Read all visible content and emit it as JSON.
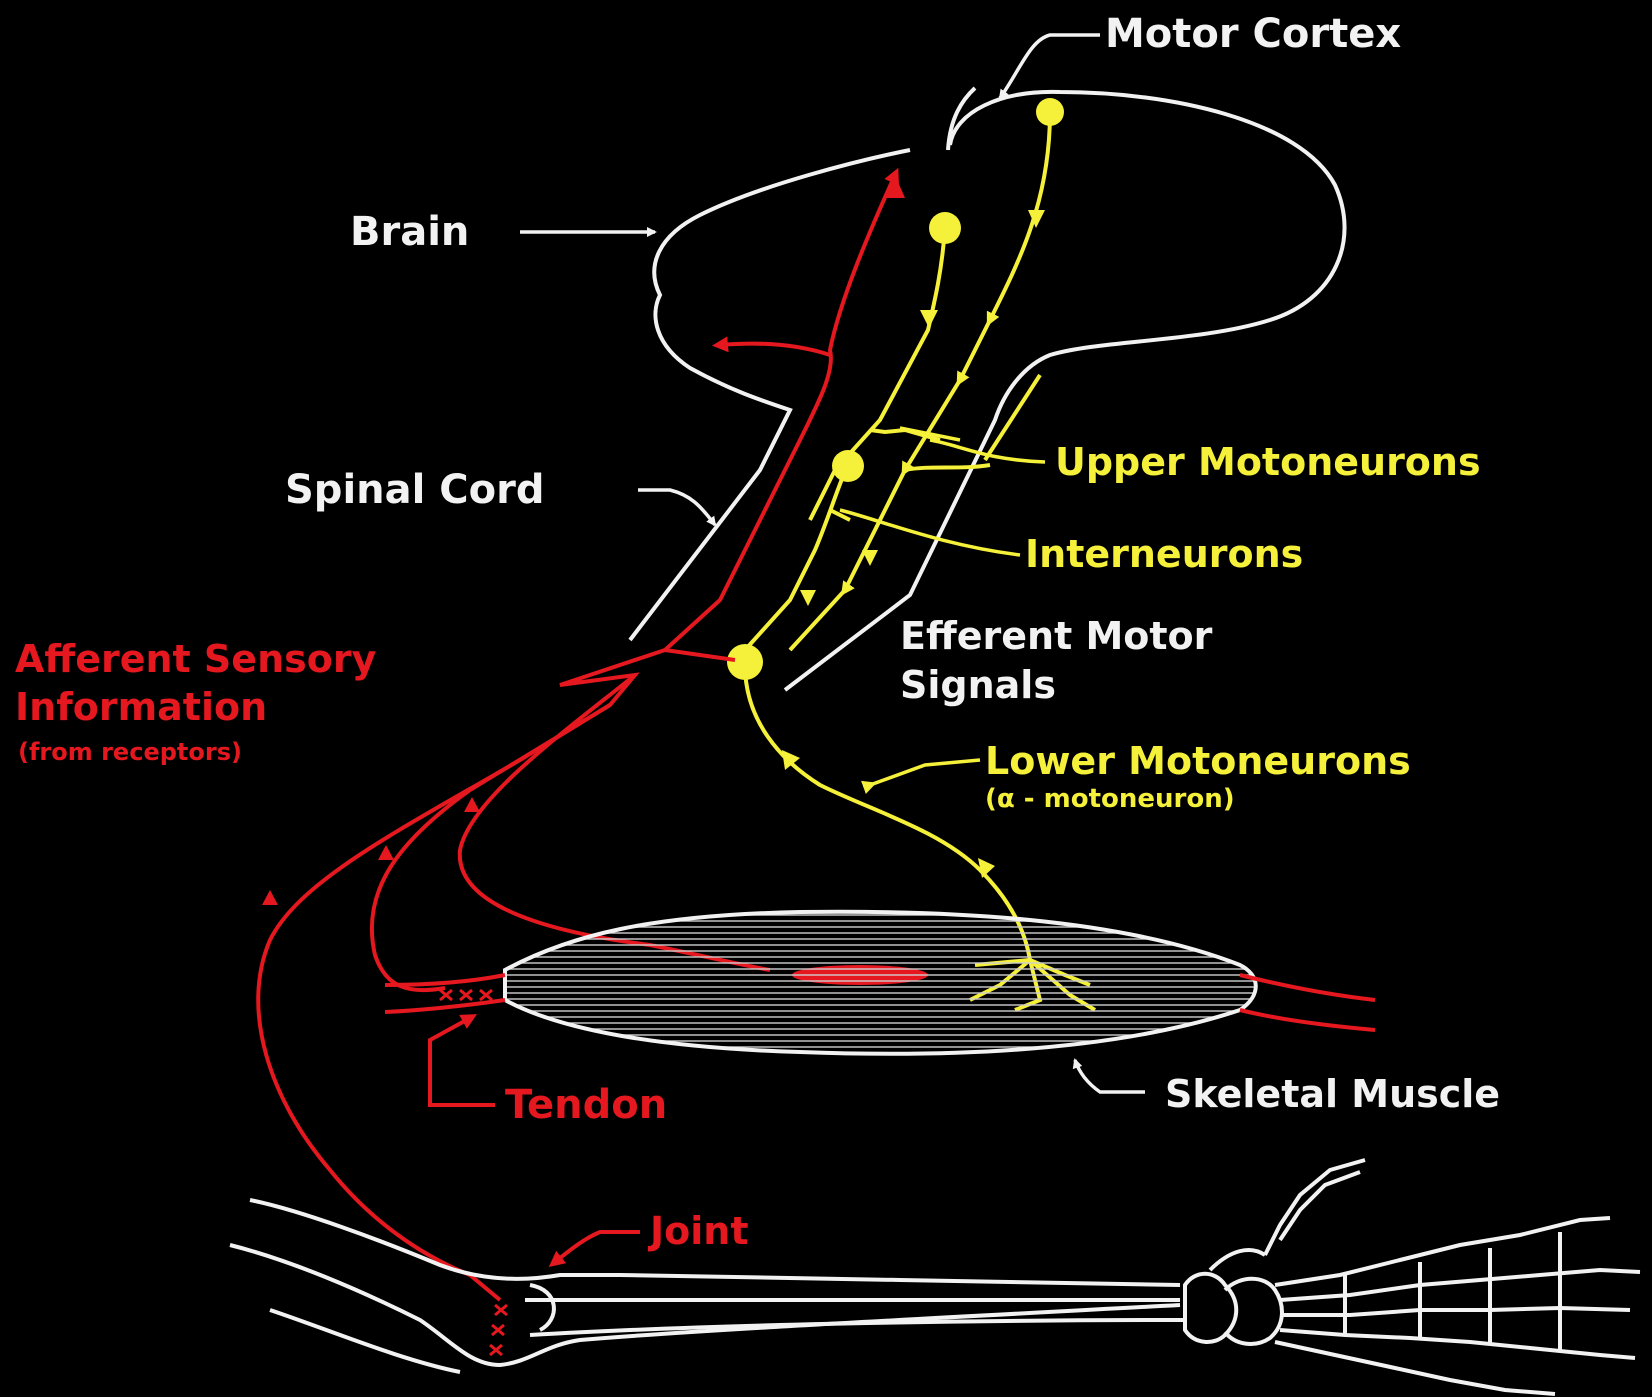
{
  "labels": {
    "motor_cortex": "Motor Cortex",
    "brain": "Brain",
    "spinal_cord": "Spinal Cord",
    "upper_motoneurons": "Upper Motoneurons",
    "interneurons": "Interneurons",
    "efferent_line1": "Efferent Motor",
    "efferent_line2": "Signals",
    "afferent_line1": "Afferent Sensory",
    "afferent_line2": "Information",
    "afferent_line3": "(from receptors)",
    "lower_motoneurons": "Lower Motoneurons",
    "alpha_motoneuron": "(α - motoneuron)",
    "tendon": "Tendon",
    "skeletal_muscle": "Skeletal Muscle",
    "joint": "Joint"
  },
  "colors": {
    "background": "#000000",
    "anatomy_outline": "#f2f2f2",
    "motor_pathway": "#f5f03a",
    "sensory_pathway": "#e4181e"
  }
}
